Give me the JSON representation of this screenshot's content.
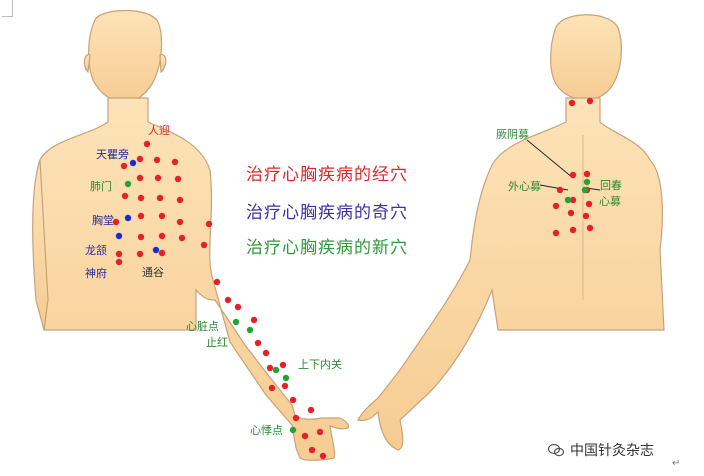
{
  "legend": {
    "classic": "治疗心胸疾病的经穴",
    "extra": "治疗心胸疾病的奇穴",
    "new": "治疗心胸疾病的新穴"
  },
  "labels": {
    "renying": "人迎",
    "tianquping": "天瞿旁",
    "feimen": "肺门",
    "xiongtang": "胸堂",
    "longhan": "龙颔",
    "shenfu": "神府",
    "tonggu": "通谷",
    "xinzangdian": "心脏点",
    "zhihong": "止红",
    "shangxianeiguan": "上下内关",
    "xinjidian": "心悸点",
    "jueyinmu": "厥阴募",
    "waixinmu": "外心募",
    "huichun": "回春",
    "xinmu": "心募"
  },
  "watermark": "中国针灸杂志",
  "return_mark": "↵",
  "colors": {
    "skin": "#fbd9a8",
    "skin_outline": "#c7a27a",
    "classic_point": "#e4202a",
    "extra_point": "#1c2ad0",
    "new_point": "#21a336"
  }
}
